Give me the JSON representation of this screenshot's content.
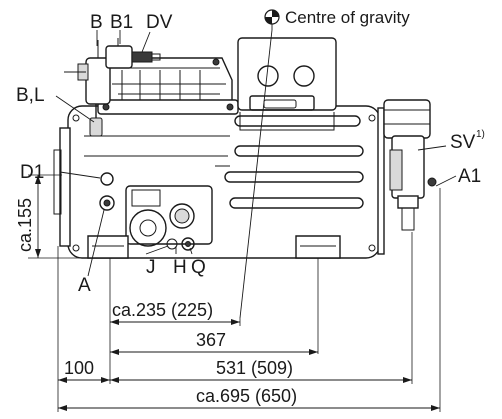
{
  "labels": {
    "B": "B",
    "B1": "B1",
    "DV": "DV",
    "BL": "B,L",
    "D1": "D1",
    "SV": "SV",
    "SV_sup": "1)",
    "A1": "A1",
    "A": "A",
    "J": "J",
    "H": "H",
    "Q": "Q",
    "centre_of_gravity": "Centre of gravity"
  },
  "dimensions": {
    "height": "ca.155",
    "cog_offset": "ca.235 (225)",
    "d367": "367",
    "d100": "100",
    "d531": "531 (509)",
    "d695": "ca.695 (650)"
  },
  "colors": {
    "line": "#1a1a1a",
    "background": "#ffffff",
    "shade": "#d9d9d9"
  },
  "icons": {
    "centre_of_gravity": "centre-of-gravity-icon"
  }
}
